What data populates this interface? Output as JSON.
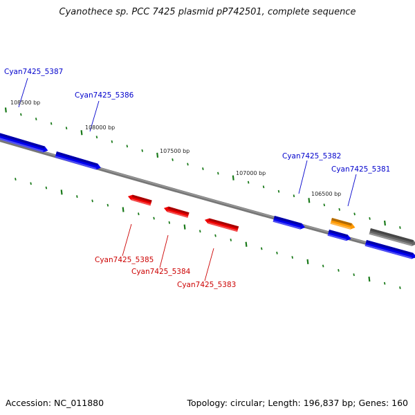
{
  "title": "Cyanothece sp. PCC 7425 plasmid pP742501, complete sequence",
  "footer": {
    "accession": "Accession: NC_011880",
    "summary": "Topology: circular; Length: 196,837 bp; Genes: 160"
  },
  "colors": {
    "forward_gene": "#0000ee",
    "reverse_gene": "#ee0000",
    "highlight_gene": "#ff9900",
    "other_gene": "#666666",
    "backbone": "#777777",
    "tick": "#1a7a1a",
    "forward_label": "#0000cc",
    "reverse_label": "#cc0000"
  },
  "position_labels": [
    "108500 bp",
    "108000 bp",
    "107500 bp",
    "107000 bp",
    "106500 bp"
  ],
  "genes": [
    {
      "name": "Cyan7425_5387",
      "strand": "forward",
      "color": "forward"
    },
    {
      "name": "Cyan7425_5386",
      "strand": "forward",
      "color": "forward"
    },
    {
      "name": "Cyan7425_5385",
      "strand": "reverse",
      "color": "reverse"
    },
    {
      "name": "Cyan7425_5384",
      "strand": "reverse",
      "color": "reverse"
    },
    {
      "name": "Cyan7425_5383",
      "strand": "reverse",
      "color": "reverse"
    },
    {
      "name": "Cyan7425_5382",
      "strand": "forward",
      "color": "forward"
    },
    {
      "name": "Cyan7425_5381",
      "strand": "forward",
      "color": "forward"
    },
    {
      "name": "",
      "strand": "forward",
      "color": "highlight"
    },
    {
      "name": "",
      "strand": "forward",
      "color": "other"
    },
    {
      "name": "",
      "strand": "forward",
      "color": "forward"
    }
  ]
}
